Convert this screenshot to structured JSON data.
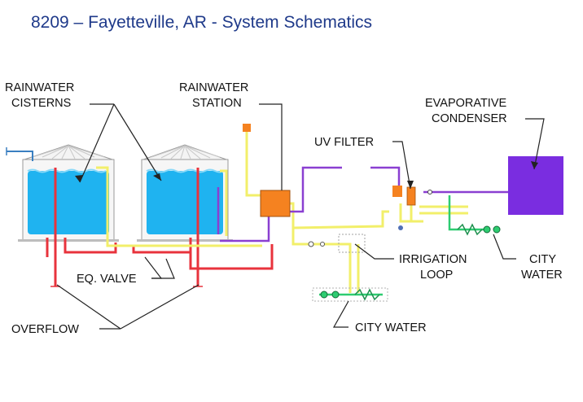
{
  "title": "8209 – Fayetteville, AR  - System Schematics",
  "labels": {
    "rainwater_cisterns_1": "RAINWATER",
    "rainwater_cisterns_2": "CISTERNS",
    "rainwater_station_1": "RAINWATER",
    "rainwater_station_2": "STATION",
    "evaporative_condenser_1": "EVAPORATIVE",
    "evaporative_condenser_2": "CONDENSER",
    "uv_filter": "UV FILTER",
    "irrigation_loop_1": "IRRIGATION",
    "irrigation_loop_2": "LOOP",
    "city_water_right_1": "CITY",
    "city_water_right_2": "WATER",
    "eq_valve": "EQ. VALVE",
    "overflow": "OVERFLOW",
    "city_water_bottom": "CITY WATER"
  },
  "colors": {
    "water": "#1fb3f0",
    "overflow_pipe": "#e8333c",
    "rainwater_pipe": "#f2ef6a",
    "condenser_pipe": "#8a3fd1",
    "condenser": "#7a2de0",
    "station": "#f58220",
    "city_water_pipe": "#2ecc71",
    "title": "#1f3a8a"
  }
}
